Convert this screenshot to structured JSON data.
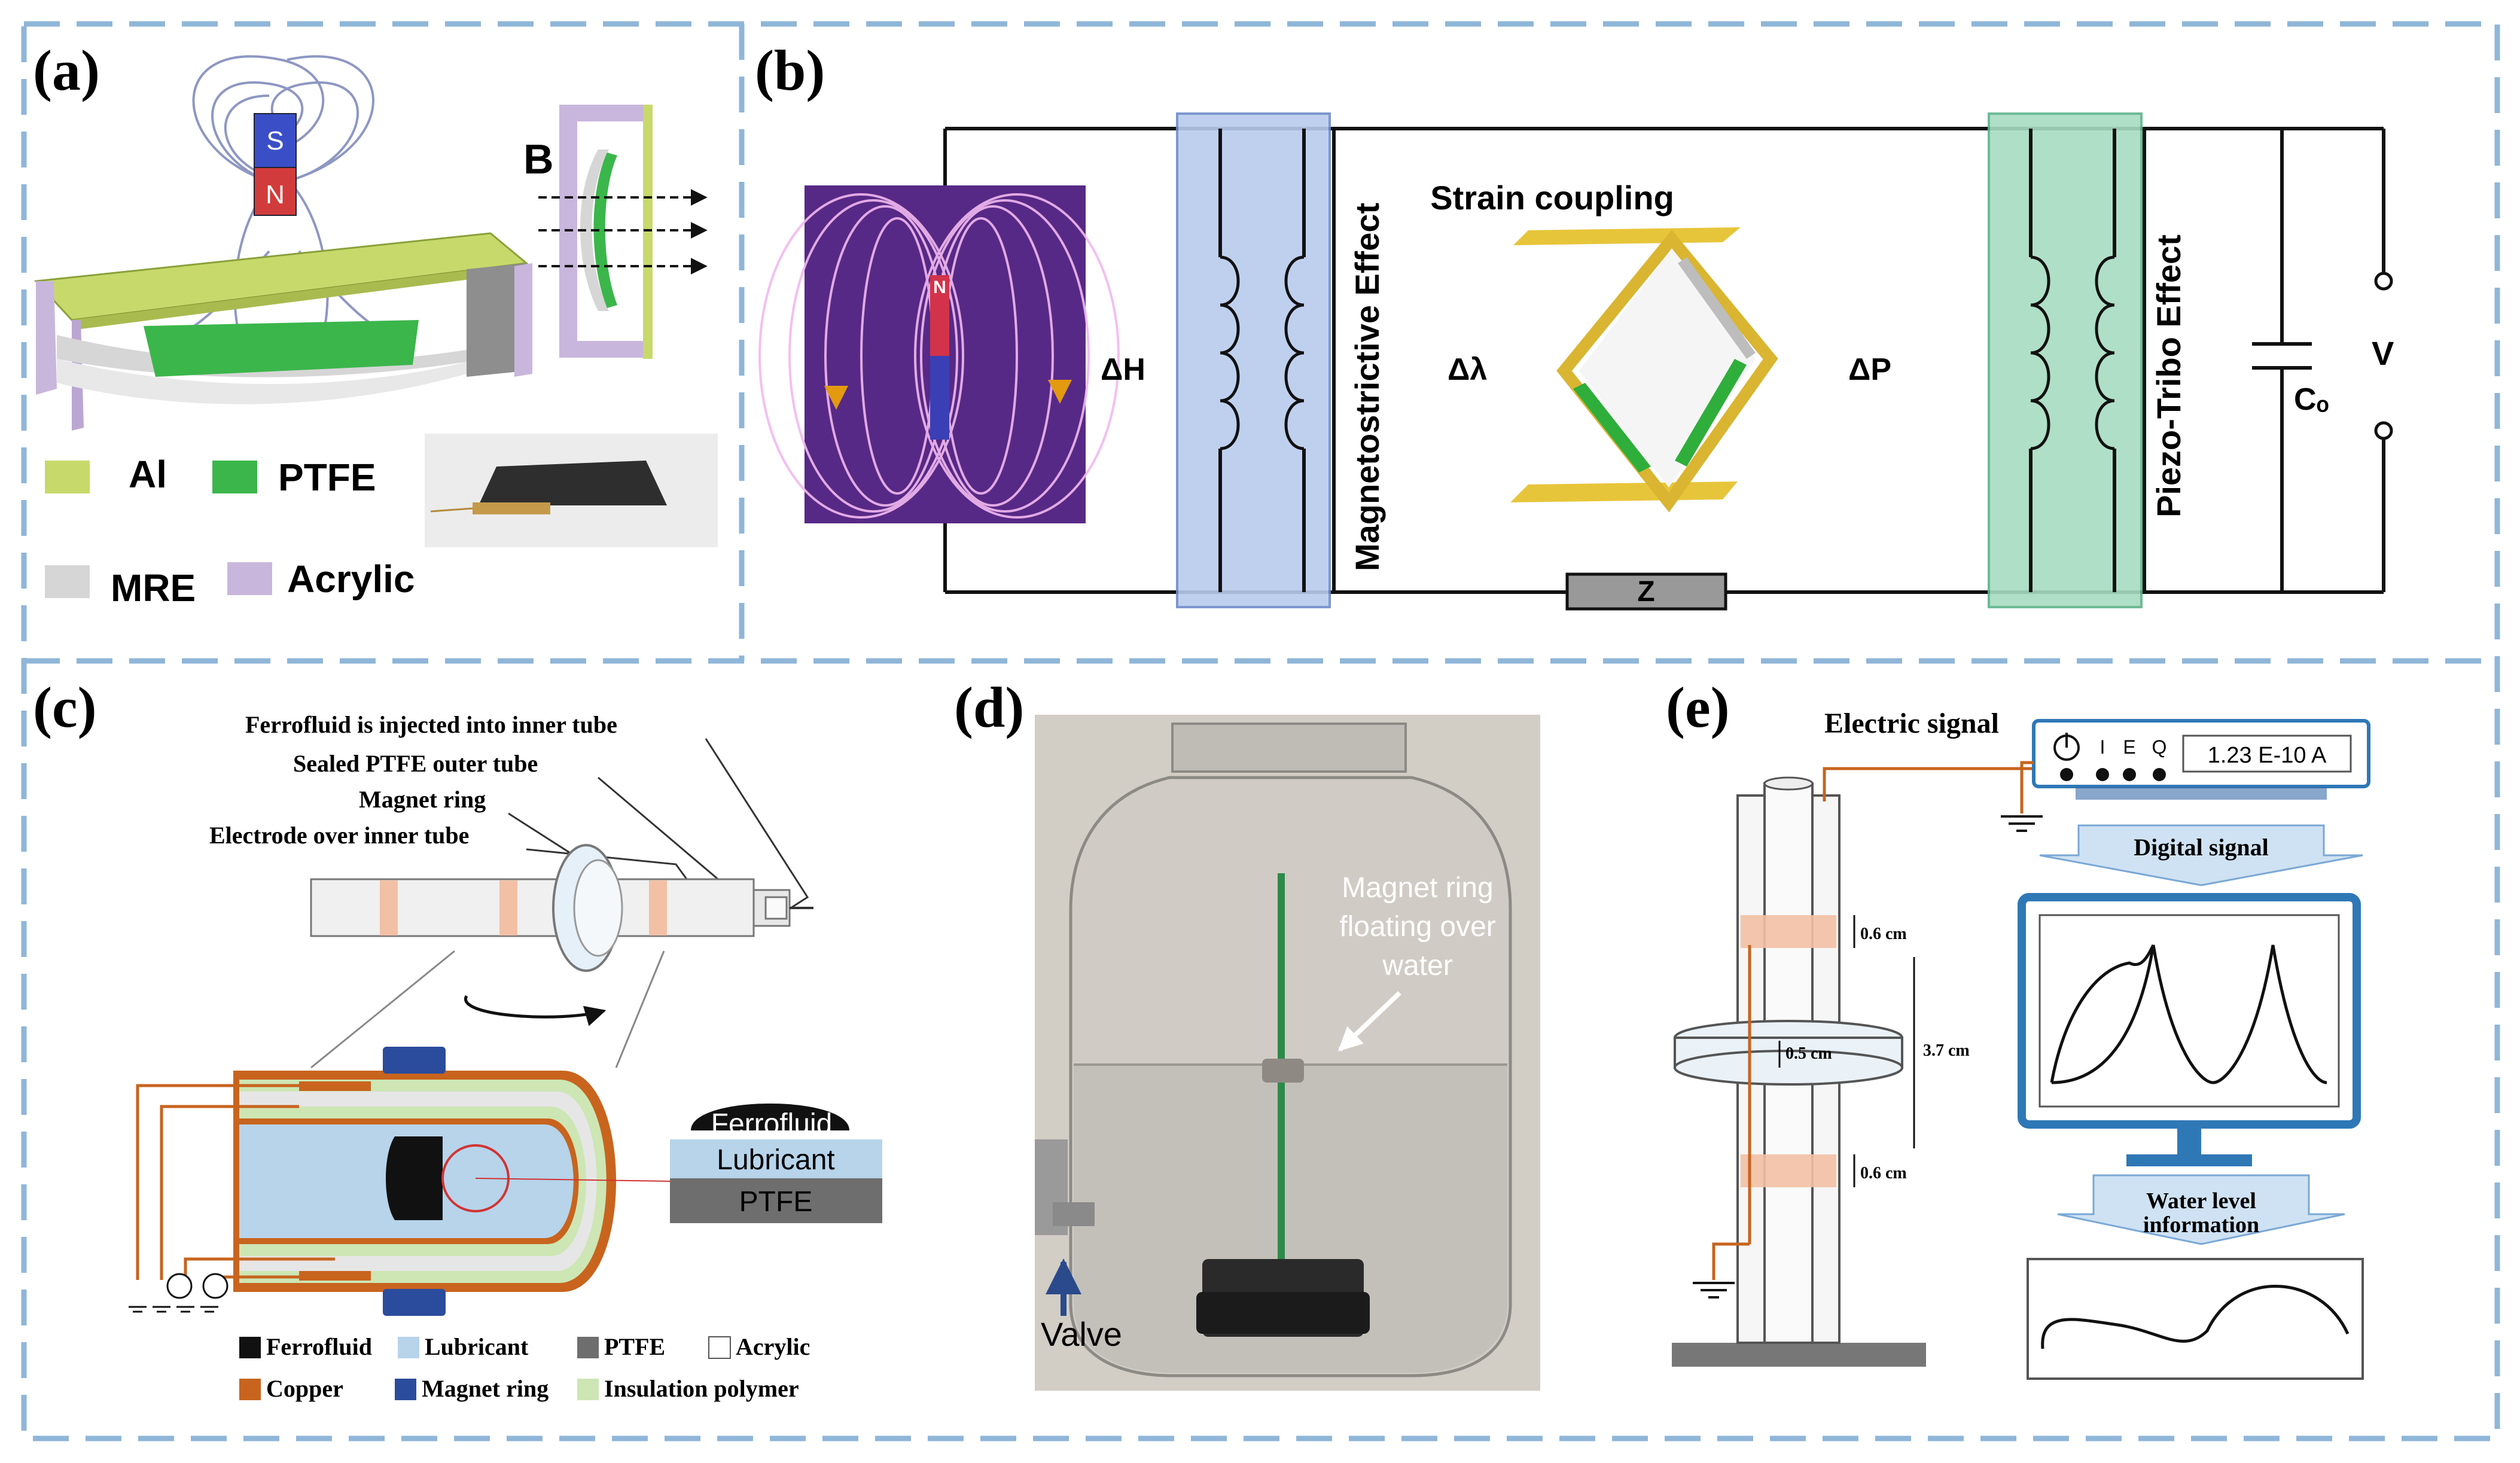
{
  "panels": {
    "a": {
      "label": "(a)",
      "magnet_s": "S",
      "magnet_n": "N",
      "field_label": "B",
      "legend": [
        "Al",
        "PTFE",
        "MRE",
        "Acrylic"
      ]
    },
    "b": {
      "label": "(b)",
      "magnet_n": "N",
      "dH": "ΔH",
      "magnetostrictive": "Magnetostrictive Effect",
      "dLambda": "Δλ",
      "strain": "Strain coupling",
      "dP": "ΔP",
      "piezo": "Piezo-Tribo Effect",
      "cap": "Cₒ",
      "voltage": "V",
      "impedance": "Z"
    },
    "c": {
      "label": "(c)",
      "callouts": [
        "Ferrofluid is injected into inner tube",
        "Sealed PTFE outer tube",
        "Magnet ring",
        "Electrode over inner tube"
      ],
      "layers": [
        "Ferrofluid",
        "Lubricant",
        "PTFE"
      ],
      "legend": [
        "Ferrofluid",
        "Lubricant",
        "PTFE",
        "Acrylic",
        "Copper",
        "Magnet ring",
        "Insulation polymer"
      ]
    },
    "d": {
      "label": "(d)",
      "annotation": [
        "Magnet ring",
        "floating over",
        "water"
      ],
      "valve": "Valve"
    },
    "e": {
      "label": "(e)",
      "electric_signal": "Electric signal",
      "meter_buttons": [
        "I",
        "E",
        "Q"
      ],
      "meter_reading": "1.23 E-10 A",
      "digital_signal": "Digital signal",
      "water_level": [
        "Water level",
        "information"
      ],
      "dims": [
        "0.6 cm",
        "0.5 cm",
        "3.7 cm",
        "0.6 cm"
      ]
    }
  },
  "colors": {
    "frame": "#8fb6d8",
    "al": "#c8d96b",
    "ptfe": "#3bb64b",
    "mre": "#d6d6d6",
    "acrylic": "#c9b6dc",
    "copper": "#c8641e",
    "magnet_ring": "#2b4c9c",
    "lubricant": "#b7d4ea",
    "insulation": "#cde6b4",
    "magnetostrictive_box": "#b9cbee",
    "piezo_box": "#a7dcc0",
    "monitor": "#2f78b6"
  }
}
